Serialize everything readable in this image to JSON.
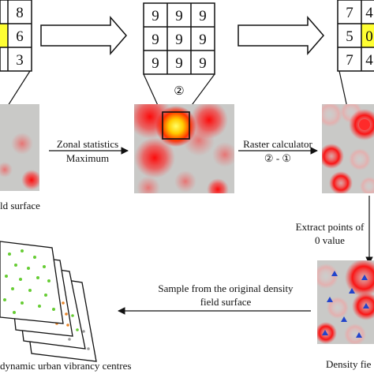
{
  "grid_left": {
    "cells": [
      "8",
      "6",
      "3"
    ],
    "highlight_color": "#ffff33"
  },
  "grid_center": {
    "cells": [
      "9",
      "9",
      "9",
      "9",
      "9",
      "9",
      "9",
      "9",
      "9"
    ],
    "marker": "②"
  },
  "grid_right": {
    "cells": [
      "7",
      "4",
      "5",
      "0",
      "7",
      "4"
    ],
    "highlight_color": "#ffff33"
  },
  "labels": {
    "zonal_line1": "Zonal statistics",
    "zonal_line2": "Maximum",
    "raster_line1": "Raster calculator",
    "raster_line2": "② - ①",
    "surface_left": "ld surface",
    "extract_line1": "Extract points of",
    "extract_line2": "0 value",
    "sample_line1": "Sample from the original density",
    "sample_line2": "field surface",
    "density_field": "Density fie",
    "bottom_caption": "dynamic urban vibrancy centres"
  },
  "colors": {
    "heat_background": "#c9c9c7",
    "heat_red": "#ff1a1a",
    "heat_core": "#ffe100",
    "point_blue": "#2244cc",
    "point_green": "#66cc33",
    "point_orange": "#e8852a",
    "point_grey": "#9a9a9a"
  }
}
